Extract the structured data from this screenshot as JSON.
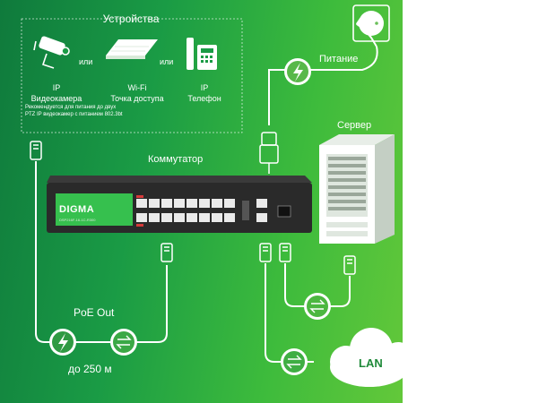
{
  "devices": {
    "title": "Устройства",
    "or_1": "или",
    "or_2": "или",
    "camera_label_1": "IP",
    "camera_label_2": "Видеокамера",
    "wifi_label_1": "Wi-Fi",
    "wifi_label_2": "Точка доступа",
    "phone_label_1": "IP",
    "phone_label_2": "Телефон",
    "note": "Рекомендуется для питания до двух PTZ IP видеокамер с питанием 802.3bt"
  },
  "switch": {
    "title": "Коммутатор",
    "brand": "DIGMA",
    "model": "DSP216F-16-1C-R300"
  },
  "power": {
    "label": "Питание"
  },
  "server": {
    "label": "Сервер"
  },
  "poe": {
    "label": "PoE Out",
    "distance": "до 250 м"
  },
  "lan": {
    "label": "LAN"
  },
  "icons": [
    "ip-camera-icon",
    "wifi-access-point-icon",
    "ip-phone-icon",
    "power-socket-icon",
    "server-icon",
    "bolt-icon",
    "transfer-arrows-icon",
    "rj45-connector-icon",
    "power-plug-icon",
    "cloud-icon"
  ],
  "colors": {
    "background_start": "#0f7a3c",
    "background_end": "#63c83a",
    "line": "#ffffff",
    "switch_body": "#2a2a2a",
    "lan_text": "#1f8a3a"
  }
}
